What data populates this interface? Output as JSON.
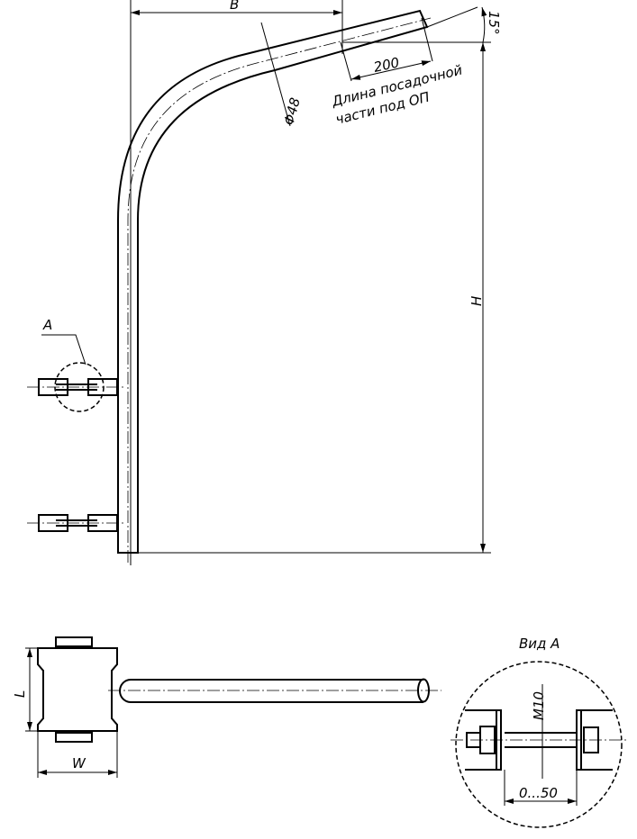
{
  "title": "Кронштейн — чертёж",
  "dimensions": {
    "B": "B",
    "H": "H",
    "angle": "15°",
    "diameter": "Φ48",
    "length_200": "200",
    "L": "L",
    "W": "W",
    "m10": "M10",
    "range": "0...50"
  },
  "notes": {
    "line1": "Длина посадочной",
    "line2": "части под ОП"
  },
  "callout": {
    "label": "A",
    "view_label": "Вид А"
  }
}
